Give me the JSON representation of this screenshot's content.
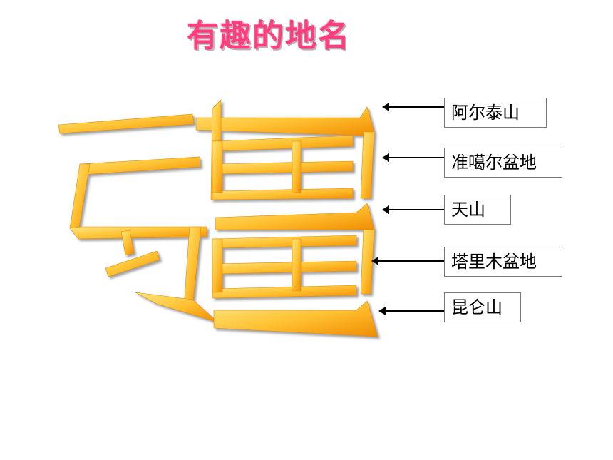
{
  "title": "有趣的地名",
  "labels": {
    "altai": "阿尔泰山",
    "junggar": "准噶尔盆地",
    "tianshan": "天山",
    "tarim": "塔里木盆地",
    "kunlun": "昆仑山"
  },
  "colors": {
    "title": "#ff3d7f",
    "stroke_light": "#ffe27a",
    "stroke_dark": "#f59a0c"
  },
  "icons": [
    "arrow-left-icon"
  ]
}
